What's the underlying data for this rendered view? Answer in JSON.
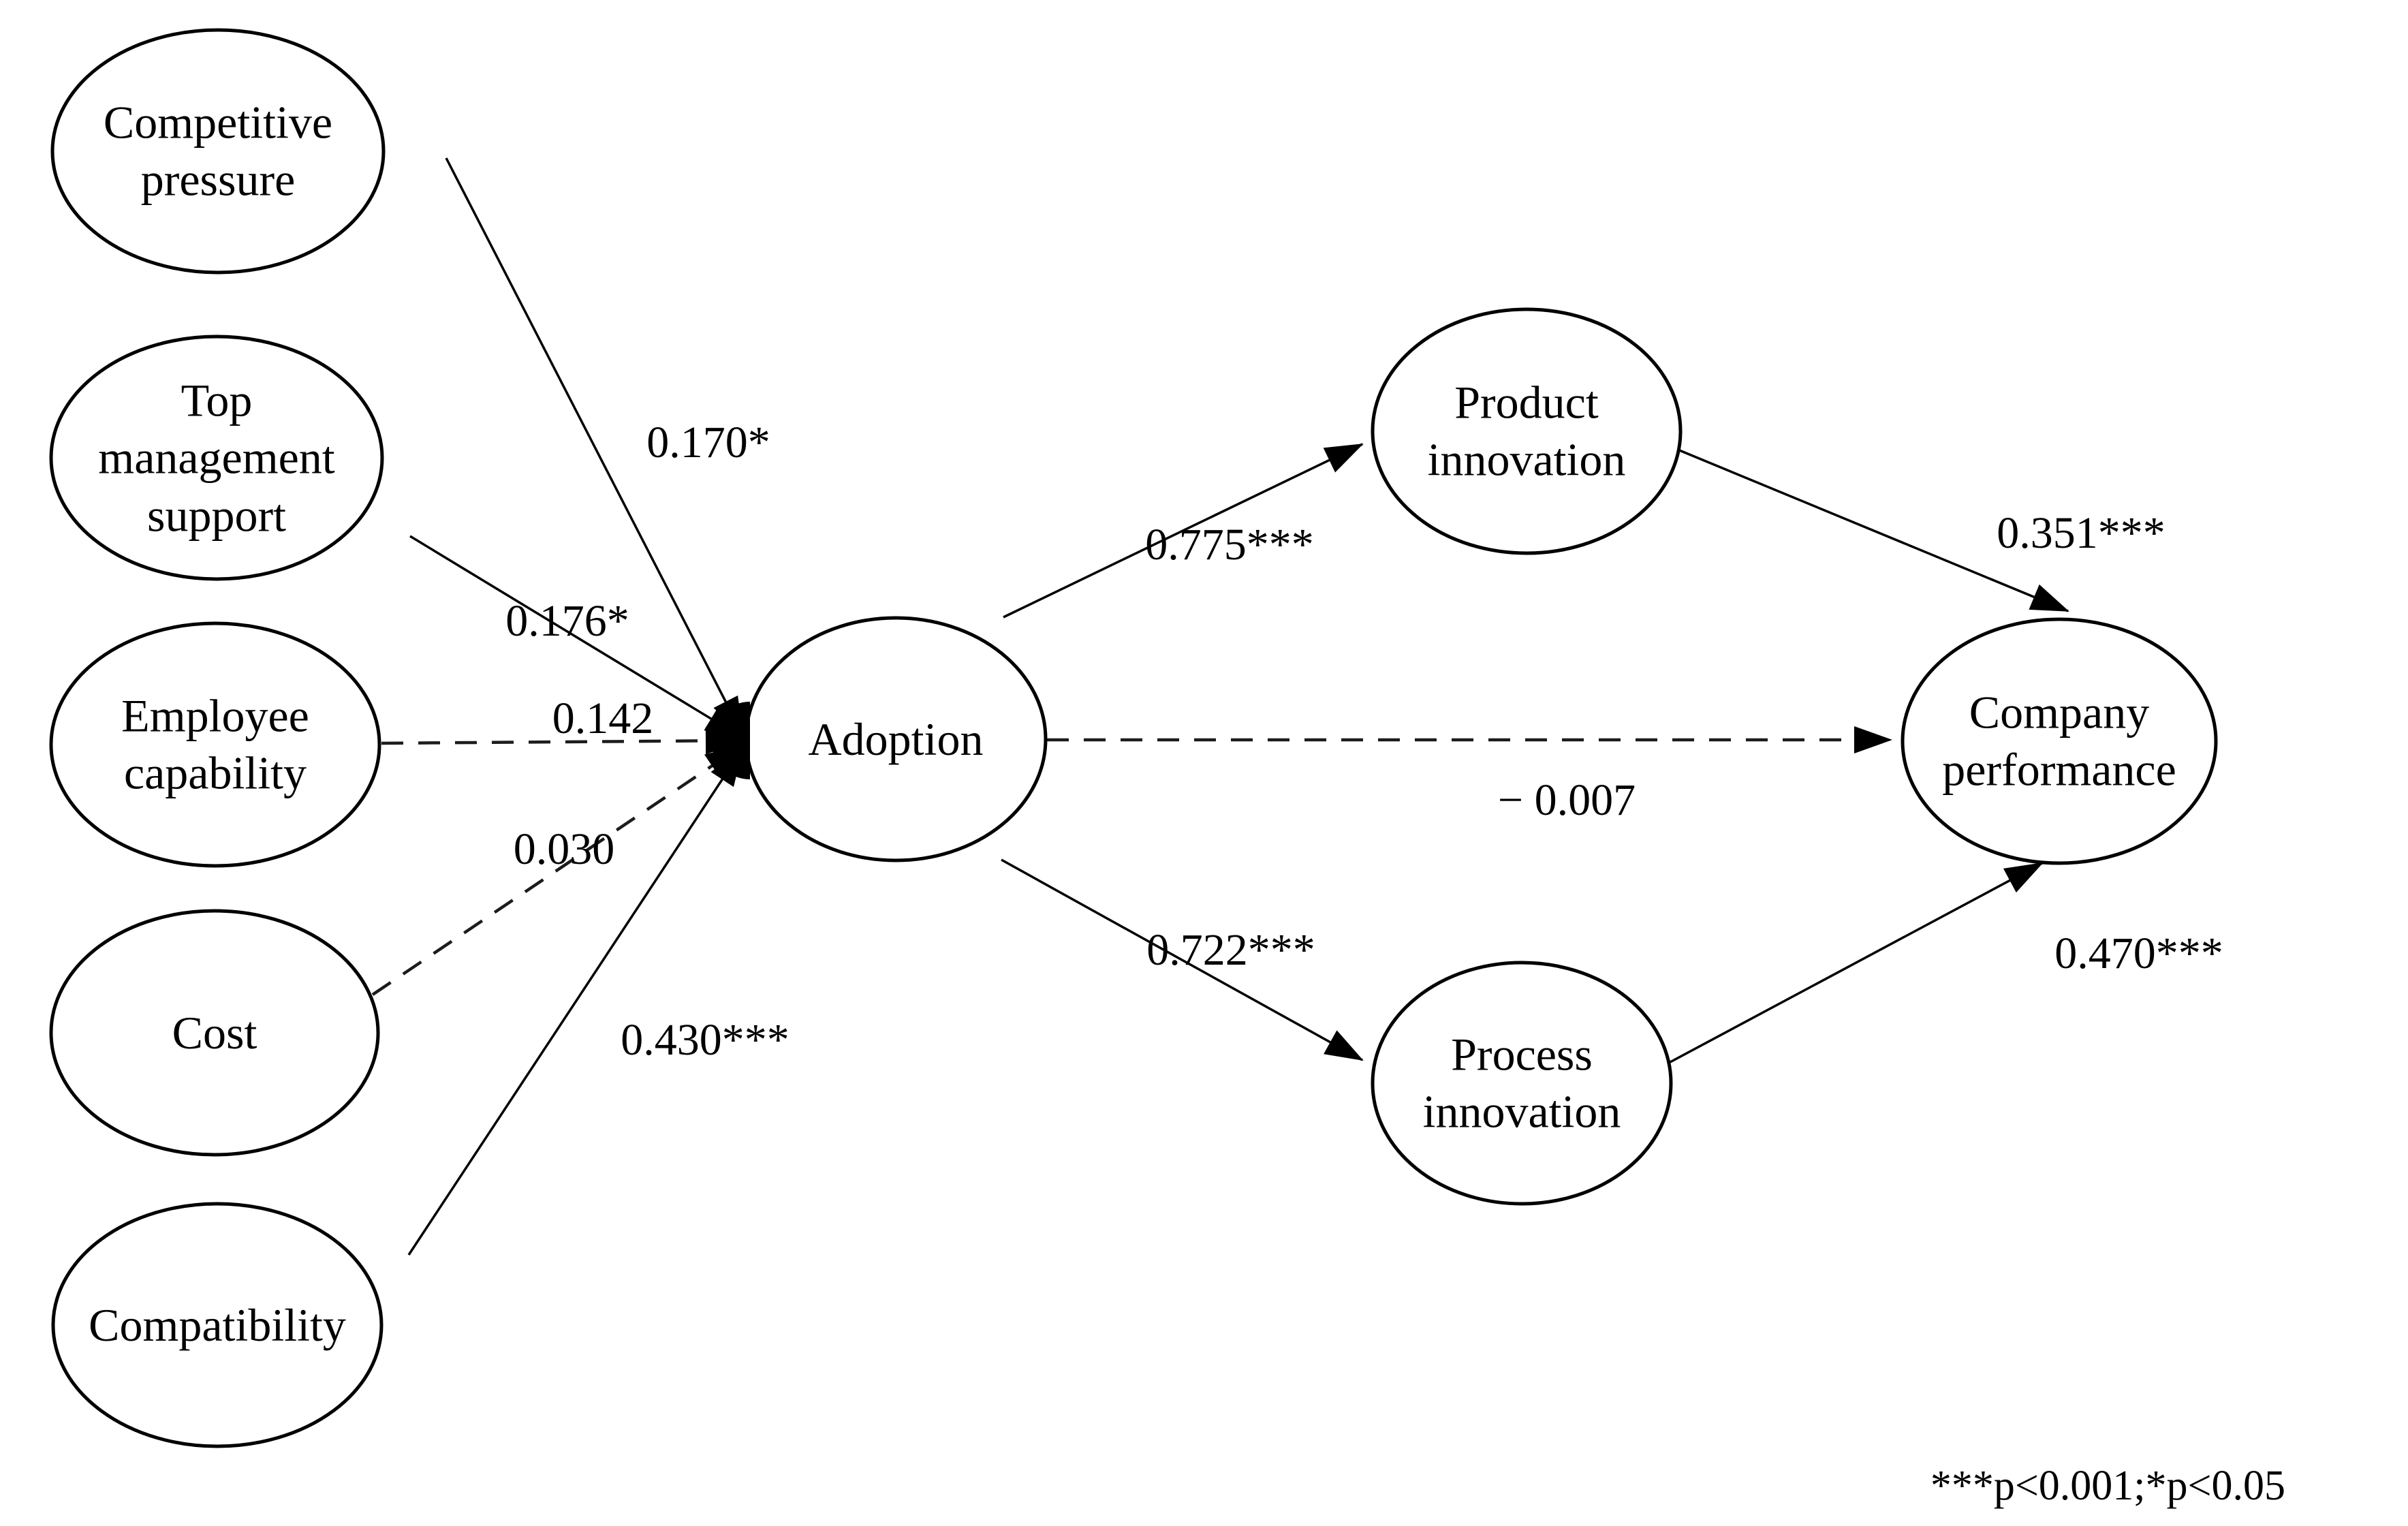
{
  "figure": {
    "type": "sem-path-diagram",
    "background_color": "#ffffff",
    "ink_color": "#000000",
    "footnote": "***p<0.001;*p<0.05"
  },
  "nodes": {
    "competitive_pressure": {
      "label": "Competitive pressure"
    },
    "top_management_support": {
      "label": "Top management support"
    },
    "employee_capability": {
      "label": "Employee capability"
    },
    "cost": {
      "label": "Cost"
    },
    "compatibility": {
      "label": "Compatibility"
    },
    "adoption": {
      "label": "Adoption"
    },
    "product_innovation": {
      "label": "Product innovation"
    },
    "process_innovation": {
      "label": "Process innovation"
    },
    "company_performance": {
      "label": "Company performance"
    }
  },
  "edges": {
    "competitive_pressure_to_adoption": {
      "label": "0.170*",
      "line": "solid"
    },
    "top_management_support_to_adoption": {
      "label": "0.176*",
      "line": "solid"
    },
    "employee_capability_to_adoption": {
      "label": "0.142",
      "line": "dashed"
    },
    "cost_to_adoption": {
      "label": "0.030",
      "line": "dashed"
    },
    "compatibility_to_adoption": {
      "label": "0.430***",
      "line": "solid"
    },
    "adoption_to_product_innovation": {
      "label": "0.775***",
      "line": "solid"
    },
    "adoption_to_company_performance": {
      "label": "− 0.007",
      "line": "dashed"
    },
    "adoption_to_process_innovation": {
      "label": "0.722***",
      "line": "solid"
    },
    "product_innovation_to_company_performance": {
      "label": "0.351***",
      "line": "solid"
    },
    "process_innovation_to_company_performance": {
      "label": "0.470***",
      "line": "solid"
    }
  }
}
